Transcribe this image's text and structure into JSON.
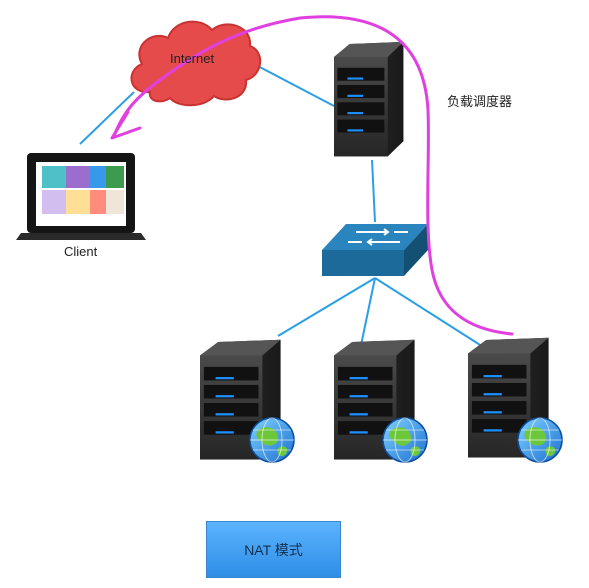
{
  "labels": {
    "internet": "Internet",
    "load_balancer": "负载调度器",
    "client": "Client"
  },
  "mode_button": "NAT 模式",
  "colors": {
    "link": "#2a9fe6",
    "cloud": "#e64b4b",
    "annotation": "#e040e0",
    "server": "#3a3a3a",
    "switch": "#1c6a9a"
  },
  "icons": [
    "cloud-icon",
    "laptop-icon",
    "server-icon",
    "switch-icon",
    "globe-icon"
  ]
}
